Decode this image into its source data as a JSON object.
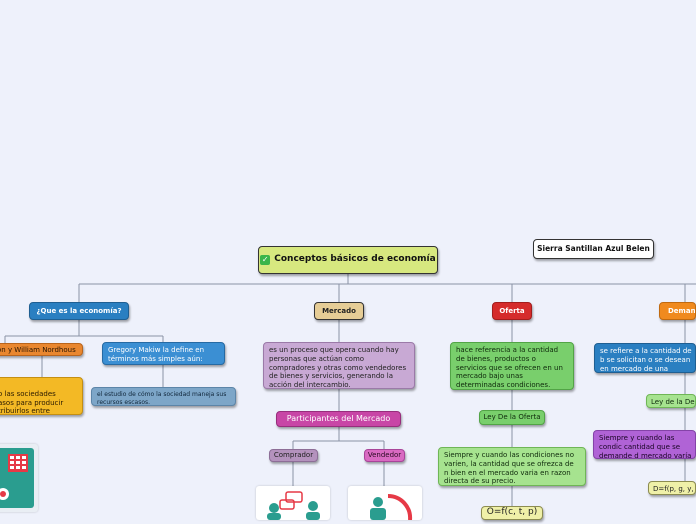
{
  "root": {
    "title": "Conceptos básicos de economía",
    "icon": "check-icon"
  },
  "author": "Sierra Santillan Azul Belen",
  "economia": {
    "label": "¿Que es la economía?",
    "nordhaus_label": "on y William Nordhous",
    "nordhaus_def": "o las sociedades\nasos para producir\ntribuirlos entre",
    "mankiw_label": "Gregory Makiw la define en términos más simples aún:",
    "mankiw_def": "el estudio de cómo la sociedad maneja sus recursos escasos."
  },
  "mercado": {
    "label": "Mercado",
    "definition": "es un proceso que opera cuando hay personas que actúan como compradores y otras como vendedores de bienes y servicios, generando la acción del intercambio.",
    "participantes": "Participantes del Mercado",
    "comprador": "Comprador",
    "vendedor": "Vendedor"
  },
  "oferta": {
    "label": "Oferta",
    "definition": "hace referencia a la cantidad de bienes, productos o servicios que se ofrecen en un mercado bajo unas determinadas condiciones.",
    "ley": "Ley De la Oferta",
    "ley_def": "Siempre y cuando las condiciones no varíen, la cantidad que se ofrezca de n bien en el mercado varia en razon directa de su precio.",
    "formula": "O=f(c, t, p)"
  },
  "demanda": {
    "label": "Demand",
    "definition": "se refiere a la cantidad de b se solicitan o se desean en mercado de una economía a",
    "ley": "Ley de la Dem",
    "ley_def": "Siempre y cuando las condic cantidad que se demande d mercado varía en razon inve",
    "formula": "D=f(p, g, y, t"
  },
  "colors": {
    "background": "#eef1fb",
    "root": "#d7e87f",
    "economia": "#2a7fc1",
    "mercado": "#e6cd96",
    "oferta": "#d52b2b",
    "demanda": "#f08a1e"
  }
}
